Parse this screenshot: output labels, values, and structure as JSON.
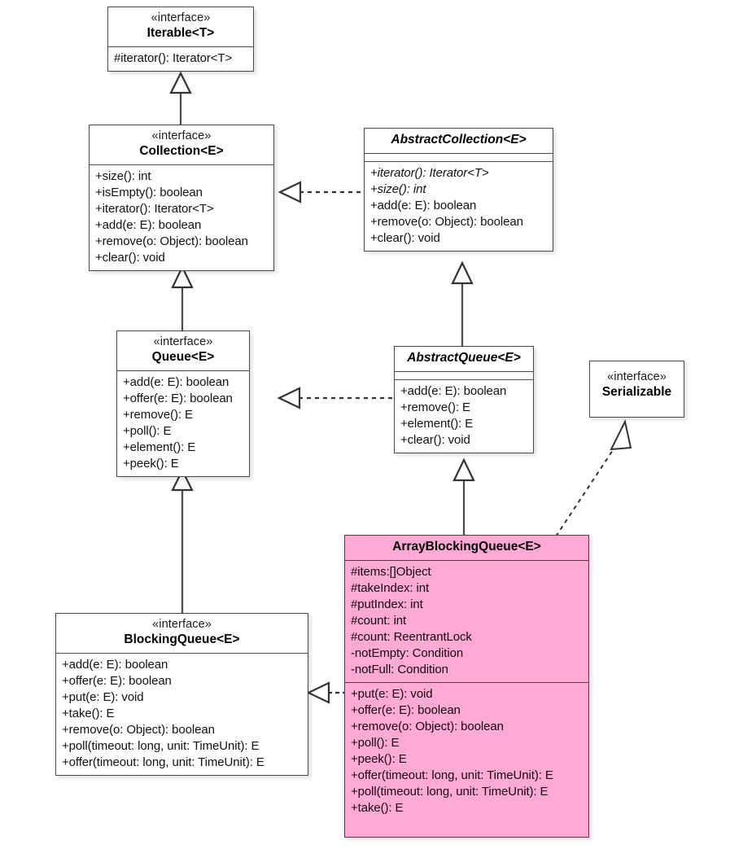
{
  "diagram": {
    "title": "ArrayBlockingQueue UML class hierarchy",
    "highlight_color": "#ffaad4",
    "line_color": "#4a4a4a"
  },
  "classes": {
    "iterable": {
      "stereotype": "«interface»",
      "name": "Iterable<T>",
      "attributes": [],
      "methods": [
        "#iterator(): Iterator<T>"
      ]
    },
    "collection": {
      "stereotype": "«interface»",
      "name": "Collection<E>",
      "attributes": [],
      "methods": [
        "+size(): int",
        "+isEmpty(): boolean",
        "+iterator(): Iterator<T>",
        "+add(e: E): boolean",
        "+remove(o: Object): boolean",
        "+clear(): void"
      ]
    },
    "abstract_collection": {
      "stereotype": "",
      "name": "AbstractCollection<E>",
      "attributes": [],
      "methods": [
        "+iterator(): Iterator<T>",
        "+size(): int",
        "+add(e: E): boolean",
        "+remove(o: Object): boolean",
        "+clear(): void"
      ]
    },
    "queue": {
      "stereotype": "«interface»",
      "name": "Queue<E>",
      "attributes": [],
      "methods": [
        "+add(e: E): boolean",
        "+offer(e: E): boolean",
        "+remove(): E",
        "+poll(): E",
        "+element(): E",
        "+peek(): E"
      ]
    },
    "abstract_queue": {
      "stereotype": "",
      "name": "AbstractQueue<E>",
      "attributes": [],
      "methods": [
        "+add(e: E): boolean",
        "+remove(): E",
        "+element(): E",
        "+clear(): void"
      ]
    },
    "serializable": {
      "stereotype": "«interface»",
      "name": "Serializable",
      "attributes": [],
      "methods": []
    },
    "blocking_queue": {
      "stereotype": "«interface»",
      "name": "BlockingQueue<E>",
      "attributes": [],
      "methods": [
        "+add(e: E): boolean",
        "+offer(e: E): boolean",
        "+put(e: E): void",
        "+take(): E",
        "+remove(o: Object): boolean",
        "+poll(timeout: long, unit: TimeUnit): E",
        "+offer(timeout: long, unit: TimeUnit): E"
      ]
    },
    "array_blocking_queue": {
      "stereotype": "",
      "name": "ArrayBlockingQueue<E>",
      "attributes": [
        "#items:[]Object",
        "#takeIndex: int",
        "#putIndex: int",
        "#count: int",
        "#count: ReentrantLock",
        "-notEmpty: Condition",
        "-notFull: Condition"
      ],
      "methods": [
        "+put(e: E): void",
        "+offer(e: E): boolean",
        "+remove(o: Object): boolean",
        "+poll(): E",
        "+peek(): E",
        "+offer(timeout: long, unit: TimeUnit): E",
        "+poll(timeout: long, unit: TimeUnit): E",
        "+take(): E"
      ]
    }
  },
  "relationships": [
    {
      "id": "collection-to-iterable",
      "type": "generalization",
      "from": "Collection<E>",
      "to": "Iterable<T>",
      "style": "solid"
    },
    {
      "id": "abstractcollection-to-collection",
      "type": "realization",
      "from": "AbstractCollection<E>",
      "to": "Collection<E>",
      "style": "dashed"
    },
    {
      "id": "queue-to-collection",
      "type": "generalization",
      "from": "Queue<E>",
      "to": "Collection<E>",
      "style": "solid"
    },
    {
      "id": "abstractqueue-to-abstractcollection",
      "type": "generalization",
      "from": "AbstractQueue<E>",
      "to": "AbstractCollection<E>",
      "style": "solid"
    },
    {
      "id": "abstractqueue-to-queue",
      "type": "realization",
      "from": "AbstractQueue<E>",
      "to": "Queue<E>",
      "style": "dashed"
    },
    {
      "id": "blockingqueue-to-queue",
      "type": "generalization",
      "from": "BlockingQueue<E>",
      "to": "Queue<E>",
      "style": "solid"
    },
    {
      "id": "arrayblockingqueue-to-abstractqueue",
      "type": "generalization",
      "from": "ArrayBlockingQueue<E>",
      "to": "AbstractQueue<E>",
      "style": "solid"
    },
    {
      "id": "arrayblockingqueue-to-blockingqueue",
      "type": "realization",
      "from": "ArrayBlockingQueue<E>",
      "to": "BlockingQueue<E>",
      "style": "dashed"
    },
    {
      "id": "arrayblockingqueue-to-serializable",
      "type": "realization",
      "from": "ArrayBlockingQueue<E>",
      "to": "Serializable",
      "style": "dashed"
    }
  ]
}
